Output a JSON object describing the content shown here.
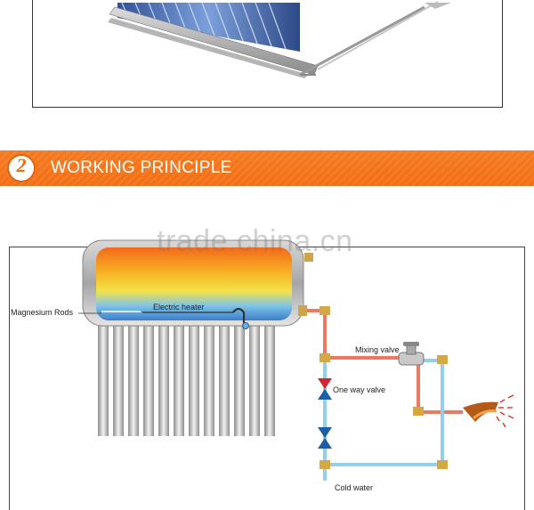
{
  "section": {
    "number": "2",
    "title": "WORKING PRINCIPLE"
  },
  "diagram": {
    "labels": {
      "magnesium_rods": "Magnesium Rods",
      "electric_heater": "Electric heater",
      "mixing_valve": "Mixing valve",
      "one_way_valve": "One way valve",
      "cold_water": "Cold water"
    },
    "watermark": "trade.china.cn"
  },
  "colors": {
    "banner": "#f36d12",
    "hot_pipe": "#e8705a",
    "cold_pipe": "#8fcbe8",
    "valve": "#1a5fa8"
  }
}
